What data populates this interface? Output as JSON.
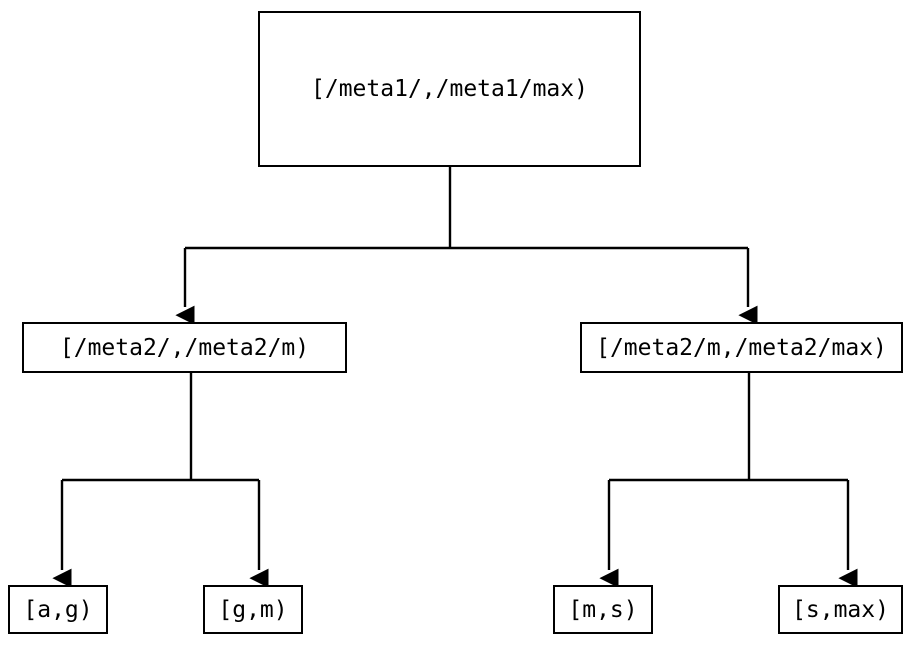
{
  "diagram": {
    "type": "tree",
    "orientation": "top-down",
    "background_color": "#ffffff",
    "stroke_color": "#000000",
    "text_color": "#000000",
    "nodes": {
      "root": {
        "label": "[/meta1/,/meta1/max)"
      },
      "mid_left": {
        "label": "[/meta2/,/meta2/m)"
      },
      "mid_right": {
        "label": "[/meta2/m,/meta2/max)"
      },
      "leaf_1": {
        "label": "[a,g)"
      },
      "leaf_2": {
        "label": "[g,m)"
      },
      "leaf_3": {
        "label": "[m,s)"
      },
      "leaf_4": {
        "label": "[s,max)"
      }
    }
  }
}
